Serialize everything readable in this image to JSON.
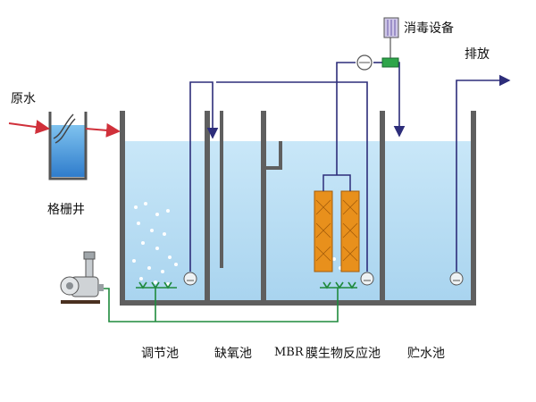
{
  "labels": {
    "raw_water": "原水",
    "grille_well": "格栅井",
    "disinfection": "消毒设备",
    "discharge": "排放",
    "regulating_tank": "调节池",
    "anoxic_tank": "缺氧池",
    "mbr_prefix": "MBR",
    "mbr_tank": "膜生物反应池",
    "storage_tank": "贮水池"
  },
  "colors": {
    "water": "#bfe0f4",
    "wall": "#5f5f5f",
    "pipe_purple": "#2d2d7a",
    "pipe_green": "#1e8a3c",
    "inlet_red": "#d0303a",
    "membrane": "#e8901c",
    "grille_water": "#3f8fd8"
  }
}
